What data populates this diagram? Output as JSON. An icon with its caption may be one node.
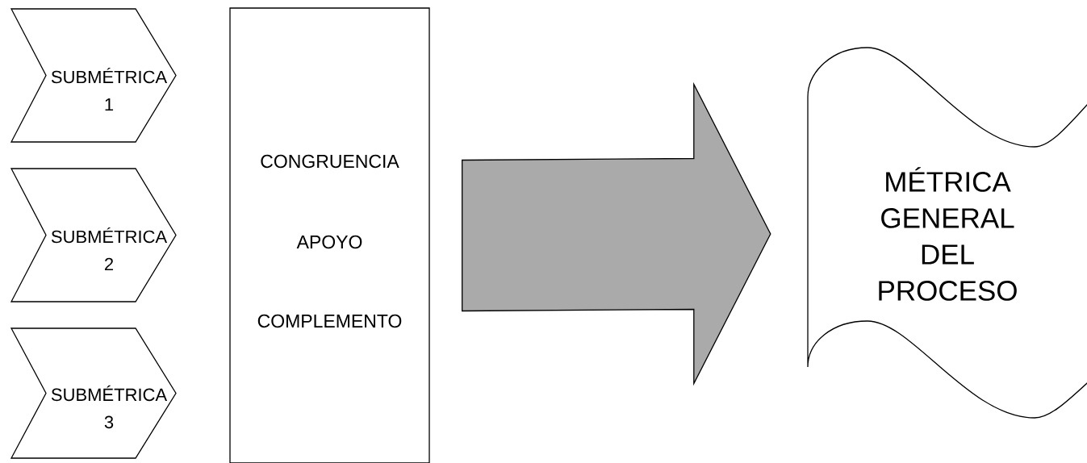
{
  "diagram": {
    "nodes": [
      {
        "text": [
          "SUBMÉTRICA 1"
        ]
      },
      {
        "text": [
          "SUBMÉTRICA 2"
        ]
      },
      {
        "text": [
          "SUBMÉTRICA 3"
        ]
      },
      {
        "text": [
          "CONGRUENCIA",
          "APOYO",
          "COMPLEMENTO"
        ]
      },
      {
        "text": [
          "MÉTRICA GENERAL DEL PROCESO"
        ]
      }
    ],
    "edges": [
      {
        "from": 3,
        "to": 4,
        "arrow": "to",
        "style": "thick"
      }
    ]
  }
}
